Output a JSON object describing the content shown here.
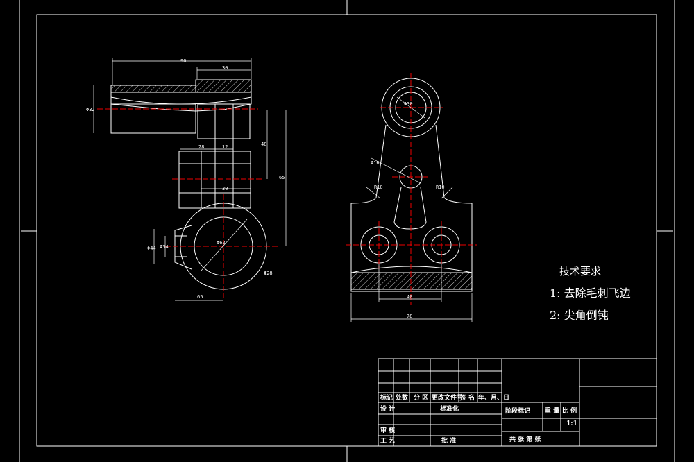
{
  "drawing": {
    "front_view_dims": {
      "overall_top": "90",
      "top_sub": "30",
      "left_height": "Φ32",
      "step_a": "28",
      "step_b": "12",
      "step_c": "30",
      "right_inner": "48",
      "right_outer": "65",
      "bottom_width": "65",
      "bore_left_outer": "Φ44",
      "bore_left_inner": "Φ34",
      "bore_dia": "Φ62",
      "bore_radius": "Φ28"
    },
    "side_view_dims": {
      "top_hole": "Φ30",
      "mid_hole": "Φ16",
      "fillet_left": "R10",
      "fillet_right": "R10",
      "hole_spacing": "40",
      "overall_width": "78"
    }
  },
  "tech_requirements": {
    "title": "技术要求",
    "item1": "1: 去除毛刺飞边",
    "item2": "2: 尖角倒钝"
  },
  "title_block": {
    "row_mark": [
      "标记",
      "处数",
      "分 区",
      "更改文件号",
      "签 名",
      "年、月、日"
    ],
    "design": "设 计",
    "standardize": "标准化",
    "stage_mark": "阶段标记",
    "weight": "重 量",
    "scale_label": "比 例",
    "scale_value": "1:1",
    "review": "审 核",
    "process": "工 艺",
    "approve": "批 准",
    "sheets": "共   张   第   张"
  }
}
